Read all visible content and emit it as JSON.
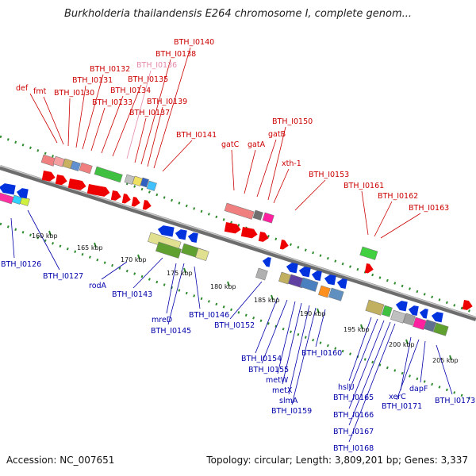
{
  "title": "Burkholderia thailandensis E264 chromosome I, complete genom...",
  "accession": "Accession: NC_007651",
  "topology": "Topology: circular; Length: 3,809,201 bp; Genes: 3,337",
  "colors": {
    "top_label": "#cc0000",
    "top_label_faded": "#e58aa8",
    "bottom_label": "#0000aa",
    "backbone": "#888888",
    "dots": "#2e8b2e"
  },
  "kbp_ticks": [
    "160 kbp",
    "165 kbp",
    "170 kbp",
    "175 kbp",
    "180 kbp",
    "185 kbp",
    "190 kbp",
    "195 kbp",
    "200 kbp",
    "205 kbp"
  ],
  "top_labels": [
    "def",
    "fmt",
    "BTH_I0130",
    "BTH_I0131",
    "BTH_I0132",
    "BTH_I0133",
    "BTH_I0134",
    "BTH_I0135",
    "BTH_I0136",
    "BTH_I0137",
    "BTH_I0138",
    "BTH_I0139",
    "BTH_I0140",
    "BTH_I0141",
    "gatC",
    "gatA",
    "gatB",
    "BTH_I0150",
    "xth-1",
    "BTH_I0153",
    "BTH_I0161",
    "BTH_I0162",
    "BTH_I0163"
  ],
  "bottom_labels": [
    "BTH_I0126",
    "BTH_I0127",
    "rodA",
    "BTH_I0143",
    "mreD",
    "BTH_I0145",
    "BTH_I0146",
    "BTH_I0152",
    "BTH_I0154",
    "BTH_I0155",
    "metW",
    "metX",
    "slmA",
    "BTH_I0159",
    "BTH_I0160",
    "hslU",
    "BTH_I0165",
    "BTH_I0166",
    "BTH_I0167",
    "BTH_I0168",
    "xerC",
    "BTH_I0171",
    "dapF",
    "BTH_I0173"
  ]
}
